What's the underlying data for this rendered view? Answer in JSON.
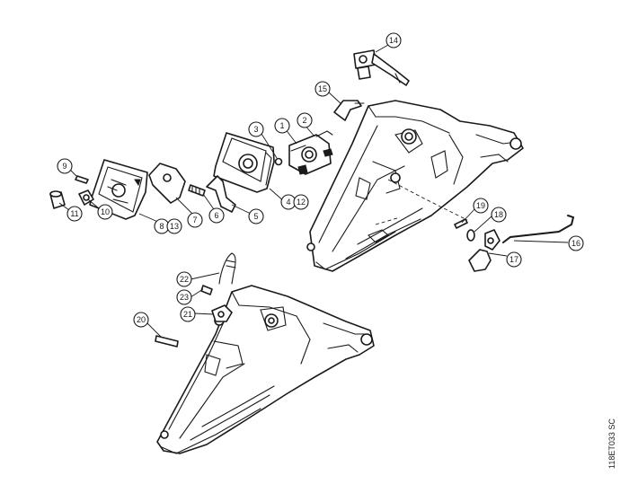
{
  "document_code": "118ET033 SC",
  "callouts": {
    "c1": "1",
    "c2": "2",
    "c3": "3",
    "c4": "4",
    "c5": "5",
    "c6": "6",
    "c7": "7",
    "c8": "8",
    "c9": "9",
    "c10": "10",
    "c11": "11",
    "c12": "12",
    "c13": "13",
    "c14": "14",
    "c15": "15",
    "c16": "16",
    "c17": "17",
    "c18": "18",
    "c19": "19",
    "c20": "20",
    "c21": "21",
    "c22": "22",
    "c23": "23"
  }
}
